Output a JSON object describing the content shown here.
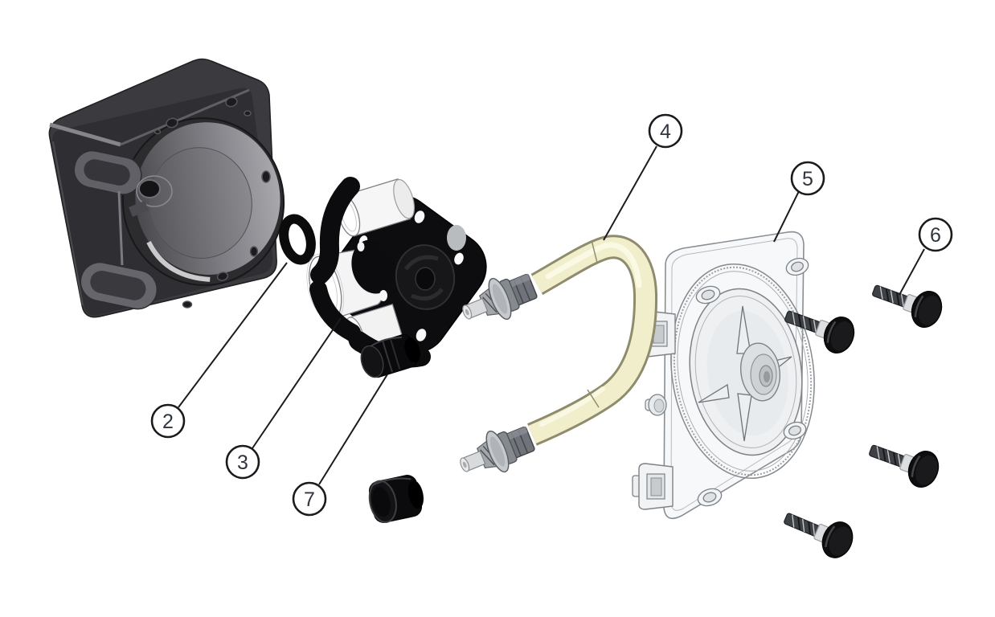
{
  "figure": {
    "kind": "exploded-assembly-diagram",
    "subject": "peristaltic-pump-head-assembly",
    "background_color": "#ffffff",
    "visible_text": [
      "2",
      "3",
      "4",
      "5",
      "6",
      "7"
    ]
  },
  "callouts": [
    {
      "number": "2",
      "part": "o-ring"
    },
    {
      "number": "3",
      "part": "pump-head-rotor-assembly"
    },
    {
      "number": "4",
      "part": "tube-assembly-with-fittings"
    },
    {
      "number": "5",
      "part": "transparent-cover-plate"
    },
    {
      "number": "6",
      "part": "thumbscrew"
    },
    {
      "number": "7",
      "part": "cap-plug"
    }
  ],
  "colors": {
    "leader_line": "#1c1c1e",
    "callout_circle_stroke": "#1b1b1d",
    "callout_fill": "#ffffff",
    "callout_text": "#2f3540",
    "housing_top": "#3a3a3f",
    "housing_front": "#2f2f33",
    "bore_wall_light": "#a8a8ad",
    "rotor_black": "#0c0c0e",
    "roller_white": "#f6f6f6",
    "tube_fill": "#f1eecb",
    "tube_outline": "#8f8b6d",
    "plate_line": "#7d8287",
    "metal_light": "#d8dadc",
    "metal_mid": "#9fa3a7",
    "screw_head": "#0e0e10"
  }
}
